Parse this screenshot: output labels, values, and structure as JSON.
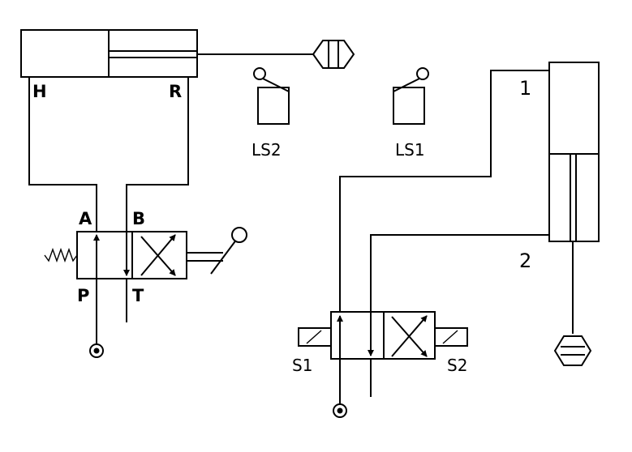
{
  "labels": {
    "port_h": "H",
    "port_r": "R",
    "ls2": "LS2",
    "ls1": "LS1",
    "port_1": "1",
    "port_2": "2",
    "port_a": "A",
    "port_b": "B",
    "port_p": "P",
    "port_t": "T",
    "s1": "S1",
    "s2": "S2"
  }
}
